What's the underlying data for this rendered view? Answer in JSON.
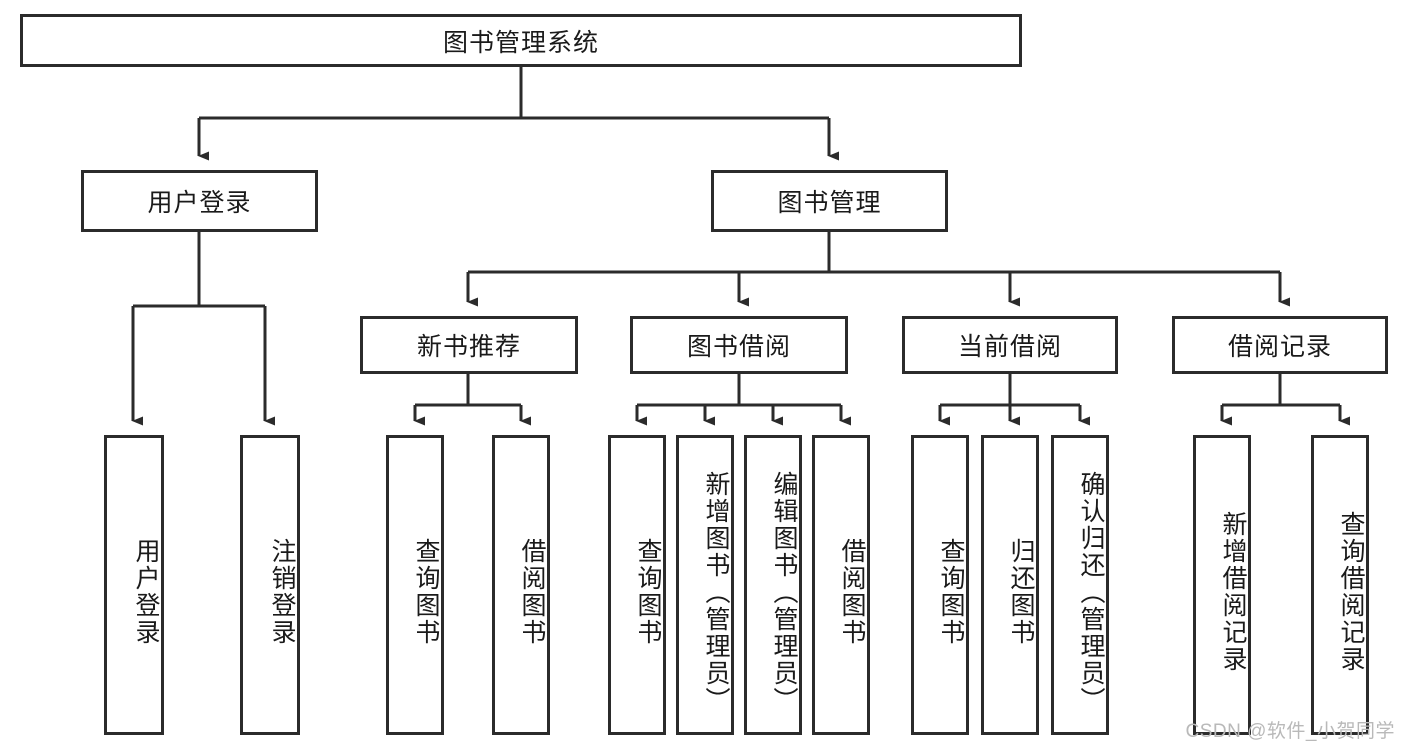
{
  "diagram": {
    "title": "图书管理系统",
    "watermark": "CSDN @软件_小贺同学",
    "root": {
      "label": "图书管理系统"
    },
    "level1": [
      {
        "label": "用户登录"
      },
      {
        "label": "图书管理"
      }
    ],
    "level2": [
      {
        "label": "新书推荐"
      },
      {
        "label": "图书借阅"
      },
      {
        "label": "当前借阅"
      },
      {
        "label": "借阅记录"
      }
    ],
    "leaves": {
      "user_login": [
        {
          "label": "用户登录"
        },
        {
          "label": "注销登录"
        }
      ],
      "new_book_recommend": [
        {
          "label": "查询图书"
        },
        {
          "label": "借阅图书"
        }
      ],
      "book_borrow": [
        {
          "label": "查询图书"
        },
        {
          "label": "新增图书（管理员）"
        },
        {
          "label": "编辑图书（管理员）"
        },
        {
          "label": "借阅图书"
        }
      ],
      "current_borrow": [
        {
          "label": "查询图书"
        },
        {
          "label": "归还图书"
        },
        {
          "label": "确认归还（管理员）"
        }
      ],
      "borrow_record": [
        {
          "label": "新增借阅记录"
        },
        {
          "label": "查询借阅记录"
        }
      ]
    },
    "colors": {
      "stroke": "#2b2b2b",
      "background": "#ffffff",
      "text": "#1a1a1a",
      "watermark": "#b9b9b9"
    }
  }
}
